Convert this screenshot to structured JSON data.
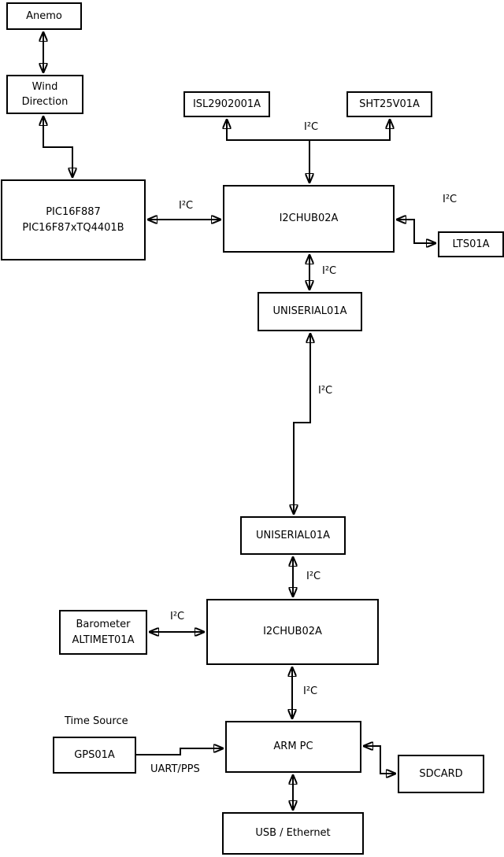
{
  "diagram": {
    "nodes": {
      "anemo": "Anemo",
      "wind_direction": "Wind\nDirection",
      "pic": "PIC16F887\nPIC16F87xTQ4401B",
      "isl": "ISL2902001A",
      "sht": "SHT25V01A",
      "i2chub_upper": "I2CHUB02A",
      "lts": "LTS01A",
      "uniserial_upper": "UNISERIAL01A",
      "uniserial_lower": "UNISERIAL01A",
      "i2chub_lower": "I2CHUB02A",
      "barometer": "Barometer\nALTIMET01A",
      "arm_pc": "ARM PC",
      "gps": "GPS01A",
      "sdcard": "SDCARD",
      "usb_ethernet": "USB / Ethernet"
    },
    "edge_labels": {
      "i2c": "I²C",
      "time_source": "Time Source",
      "uart_pps": "UART/PPS"
    },
    "colors": {
      "line": "#000000",
      "text": "#000000",
      "box_fill": "#ffffff",
      "background": "#ffffff"
    }
  }
}
